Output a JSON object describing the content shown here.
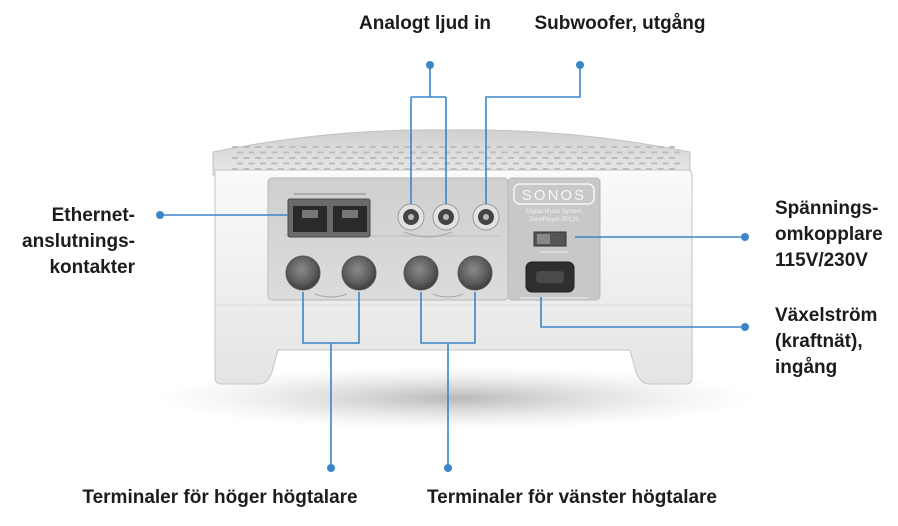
{
  "labels": {
    "analog_in": "Analogt ljud in",
    "subwoofer_out": "Subwoofer, utgång",
    "ethernet": [
      "Ethernet-",
      "anslutnings-",
      "kontakter"
    ],
    "voltage_switch": [
      "Spännings-",
      "omkopplare",
      "115V/230V"
    ],
    "ac_power": [
      "Växelström",
      "(kraftnät),",
      "ingång"
    ],
    "right_speaker": "Terminaler för höger högtalare",
    "left_speaker": "Terminaler för vänster högtalare"
  },
  "device": {
    "brand_logo": "SONOS",
    "model_lines": [
      "Digital Music System",
      "ZonePlayer ZP120"
    ]
  },
  "colors": {
    "callout": "#3a86c8",
    "label_text": "#1c1c1c",
    "device_body": "#f3f3f3",
    "panel": "#d4d4d4"
  }
}
